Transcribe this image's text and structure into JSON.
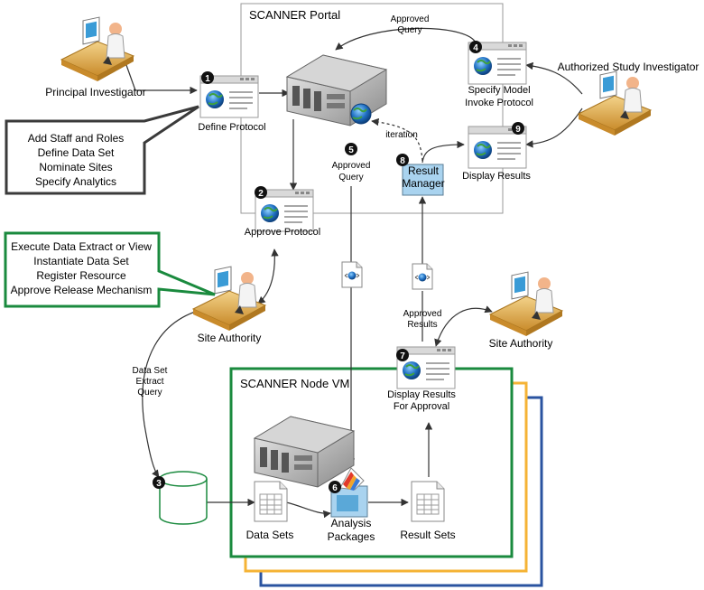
{
  "colors": {
    "portal_border": "#999999",
    "node_green": "#1a8a3e",
    "node_orange": "#f5b335",
    "node_blue": "#2a53a0",
    "callout_dark": "#3a3a3a",
    "callout_green": "#1a8a3e",
    "arrow": "#333333",
    "step_badge": "#111111"
  },
  "regions": {
    "portal_title": "SCANNER Portal",
    "node_title": "SCANNER Node VM"
  },
  "actors": {
    "principal_investigator": "Principal Investigator",
    "authorized_study_investigator": "Authorized Study Investigator",
    "site_authority_left": "Site Authority",
    "site_authority_right": "Site Authority"
  },
  "steps": [
    {
      "num": "1",
      "line1": "Define Protocol",
      "line2": ""
    },
    {
      "num": "2",
      "line1": "Approve Protocol",
      "line2": ""
    },
    {
      "num": "3",
      "line1": "",
      "line2": ""
    },
    {
      "num": "4",
      "line1": "Specify Model",
      "line2": "Invoke Protocol"
    },
    {
      "num": "5",
      "line1": "Approved",
      "line2": "Query"
    },
    {
      "num": "6",
      "line1": "Analysis",
      "line2": "Packages"
    },
    {
      "num": "7",
      "line1": "Display Results",
      "line2": "For Approval"
    },
    {
      "num": "8",
      "line1": "Result",
      "line2": "Manager"
    },
    {
      "num": "9",
      "line1": "Display Results",
      "line2": ""
    }
  ],
  "labels": {
    "approved_query_top_1": "Approved",
    "approved_query_top_2": "Query",
    "iteration": "iteration",
    "approved_results_1": "Approved",
    "approved_results_2": "Results",
    "dataset_query_1": "Data Set",
    "dataset_query_2": "Extract",
    "dataset_query_3": "Query",
    "data_sets": "Data Sets",
    "result_sets": "Result Sets"
  },
  "callout_pi": [
    "Add Staff and Roles",
    "Define Data Set",
    "Nominate Sites",
    "Specify Analytics"
  ],
  "callout_site": [
    "Execute Data Extract or View",
    "Instantiate Data Set",
    "Register Resource",
    "Approve Release Mechanism"
  ],
  "icons": [
    "person-at-desk-icon",
    "server-icon",
    "globe-icon",
    "document-icon",
    "database-icon",
    "spreadsheet-icon",
    "analysis-package-icon",
    "protocol-window-icon"
  ]
}
